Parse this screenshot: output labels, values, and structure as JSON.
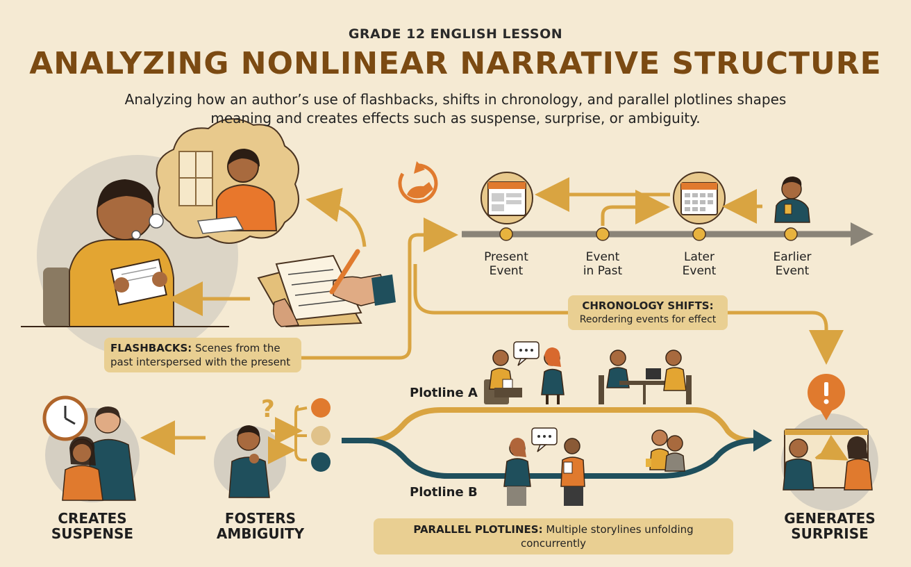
{
  "header": {
    "subtitle": "GRADE 12 ENGLISH LESSON",
    "title": "ANALYZING NONLINEAR NARRATIVE STRUCTURE",
    "description": "Analyzing how an author’s use of flashbacks, shifts in chronology, and parallel plotlines shapes meaning and creates effects such as suspense, surprise, or ambiguity."
  },
  "timeline": {
    "events": [
      {
        "line1": "Present",
        "line2": "Event"
      },
      {
        "line1": "Event",
        "line2": "in Past"
      },
      {
        "line1": "Later",
        "line2": "Event"
      },
      {
        "line1": "Earlier",
        "line2": "Event"
      }
    ]
  },
  "callouts": {
    "flashbacks": {
      "term": "FLASHBACKS:",
      "text": "Scenes from the past interspersed with the present"
    },
    "chronology": {
      "term": "CHRONOLOGY SHIFTS:",
      "text": "Reordering events for effect"
    },
    "parallel": {
      "term": "PARALLEL PLOTLINES:",
      "text": "Multiple storylines unfolding concurrently"
    }
  },
  "plotlines": {
    "a": "Plotline A",
    "b": "Plotline B"
  },
  "effects": {
    "suspense": {
      "line1": "CREATES",
      "line2": "SUSPENSE"
    },
    "ambiguity": {
      "line1": "FOSTERS",
      "line2": "AMBIGUITY"
    },
    "surprise": {
      "line1": "GENERATES",
      "line2": "SURPRISE"
    }
  },
  "icons": [
    "reader-illustration",
    "memory-thought-bubble",
    "letter-writing-hand",
    "cycle-arrow-icon",
    "calendar-icon",
    "person-icon",
    "clock-icon",
    "question-mark-icon",
    "alert-icon",
    "speech-bubble-icon"
  ],
  "colors": {
    "background": "#f5ead3",
    "title": "#7b4a12",
    "gold": "#d9a441",
    "orange": "#e07a2e",
    "teal": "#1f4f5c",
    "gray": "#8a8478",
    "callout": "#e9cf92"
  }
}
